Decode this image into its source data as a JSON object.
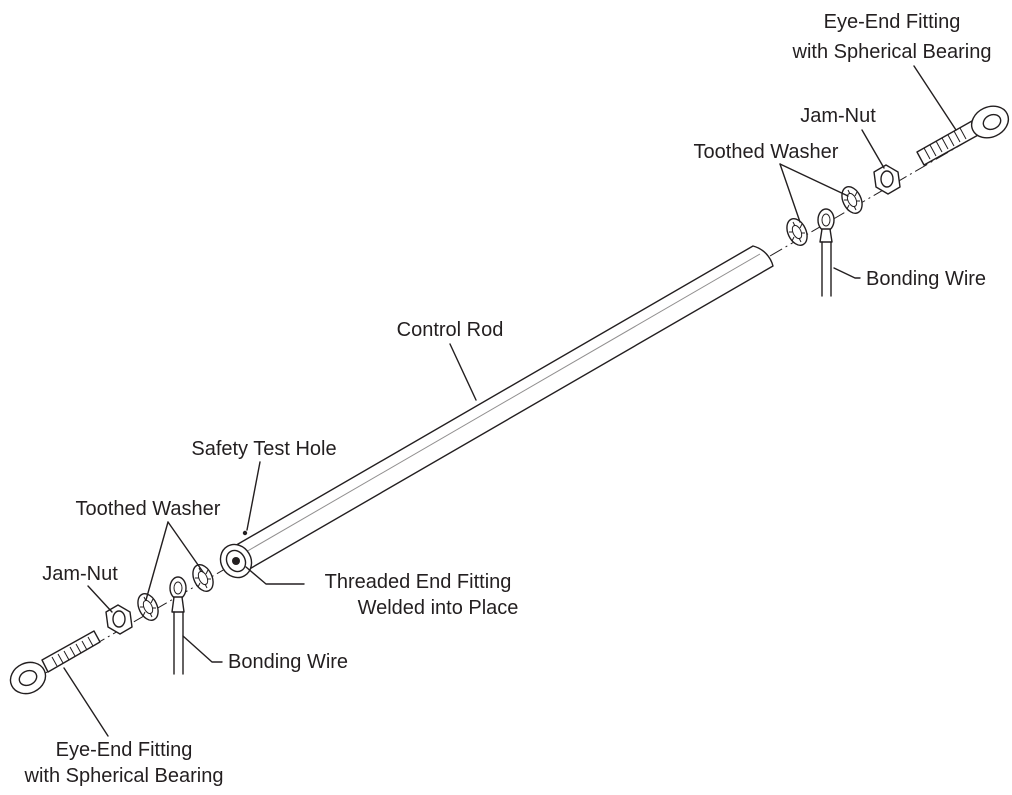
{
  "labels": {
    "eye_end_top_1": "Eye-End Fitting",
    "eye_end_top_2": "with Spherical Bearing",
    "jam_nut_top": "Jam-Nut",
    "toothed_washer_top": "Toothed Washer",
    "bonding_wire_top": "Bonding Wire",
    "control_rod": "Control Rod",
    "safety_test_hole": "Safety Test Hole",
    "toothed_washer_bottom": "Toothed Washer",
    "jam_nut_bottom": "Jam-Nut",
    "threaded_end_1": "Threaded End Fitting",
    "threaded_end_2": "Welded into Place",
    "bonding_wire_bottom": "Bonding Wire",
    "eye_end_bottom_1": "Eye-End Fitting",
    "eye_end_bottom_2": "with Spherical Bearing"
  }
}
